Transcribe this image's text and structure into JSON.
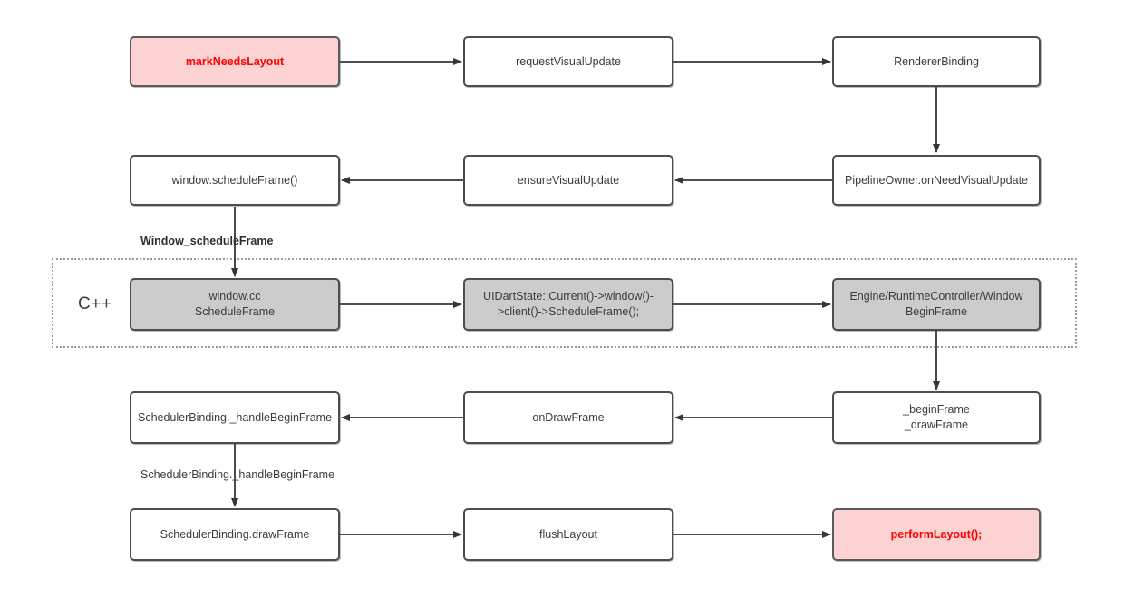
{
  "diagram": {
    "title_present": false,
    "background": "#ffffff",
    "node_border_color": "#4d4d4d",
    "highlight_fill": "#fcd2d2",
    "highlight_text_color": "#ff0000",
    "gray_fill": "#cccccc",
    "group": {
      "label": "C++",
      "border_style": "dotted",
      "border_color": "#9a9a9a"
    },
    "nodes": [
      {
        "id": "markNeedsLayout",
        "label": "markNeedsLayout",
        "style": "highlight"
      },
      {
        "id": "requestVisualUpdate",
        "label": "requestVisualUpdate",
        "style": "plain"
      },
      {
        "id": "RendererBinding",
        "label": "RendererBinding",
        "style": "plain"
      },
      {
        "id": "windowScheduleFrame",
        "label": "window.scheduleFrame()",
        "style": "plain"
      },
      {
        "id": "ensureVisualUpdate",
        "label": "ensureVisualUpdate",
        "style": "plain"
      },
      {
        "id": "pipelineOwner",
        "label": "PipelineOwner.onNeedVisualUpdate",
        "style": "plain"
      },
      {
        "id": "windowCcScheduleFrame",
        "label": "window.cc\nScheduleFrame",
        "style": "gray"
      },
      {
        "id": "uiDartState",
        "label": "UIDartState::Current()->window()->client()->ScheduleFrame();",
        "style": "gray"
      },
      {
        "id": "engineRuntimeController",
        "label": "Engine/RuntimeController/Window\nBeginFrame",
        "style": "gray"
      },
      {
        "id": "schedulerHandleBeginFrame",
        "label": "SchedulerBinding._handleBeginFrame",
        "style": "plain"
      },
      {
        "id": "onDrawFrame",
        "label": "onDrawFrame",
        "style": "plain"
      },
      {
        "id": "beginDrawFrame",
        "label": "_beginFrame\n_drawFrame",
        "style": "plain"
      },
      {
        "id": "schedulerDrawFrame",
        "label": "SchedulerBinding.drawFrame",
        "style": "plain"
      },
      {
        "id": "flushLayout",
        "label": "flushLayout",
        "style": "plain"
      },
      {
        "id": "performLayout",
        "label": "performLayout();",
        "style": "highlight"
      }
    ],
    "edge_labels": [
      {
        "id": "window-schedule-frame-label",
        "text": "Window_scheduleFrame",
        "bold": true
      },
      {
        "id": "scheduler-handle-begin-frame-label",
        "text": "SchedulerBinding._handleBeginFrame",
        "bold": false
      }
    ]
  }
}
